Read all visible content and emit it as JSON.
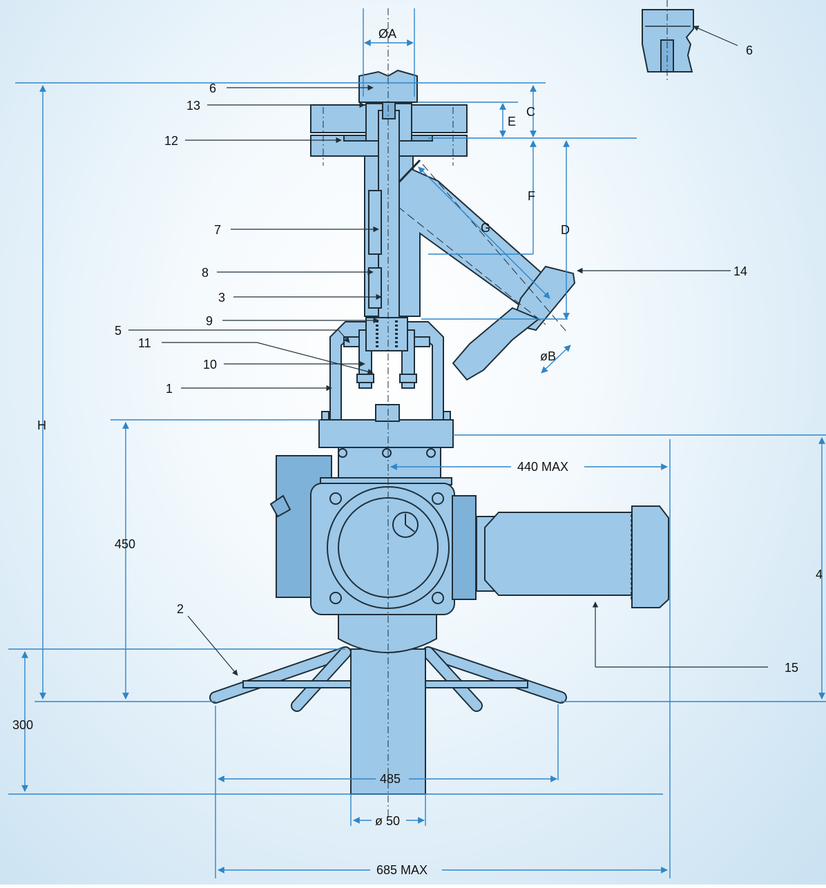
{
  "callouts": [
    "6",
    "13",
    "12",
    "7",
    "8",
    "3",
    "9",
    "5",
    "11",
    "10",
    "1",
    "2",
    "14",
    "15"
  ],
  "detail_callout": "6",
  "dimension_letters": [
    "ØA",
    "øB",
    "C",
    "D",
    "E",
    "F",
    "G",
    "H"
  ],
  "dimensions_mm": {
    "base_height": "300",
    "flange_height": "450",
    "actuator_width": "440 MAX",
    "right_height": "4",
    "leg_span": "485",
    "pipe_diameter": "ø 50",
    "overall_width": "685 MAX"
  },
  "colors": {
    "body": "#9dc8e8",
    "dimension_line": "#2f86c8",
    "outline": "#1f2f3a"
  }
}
